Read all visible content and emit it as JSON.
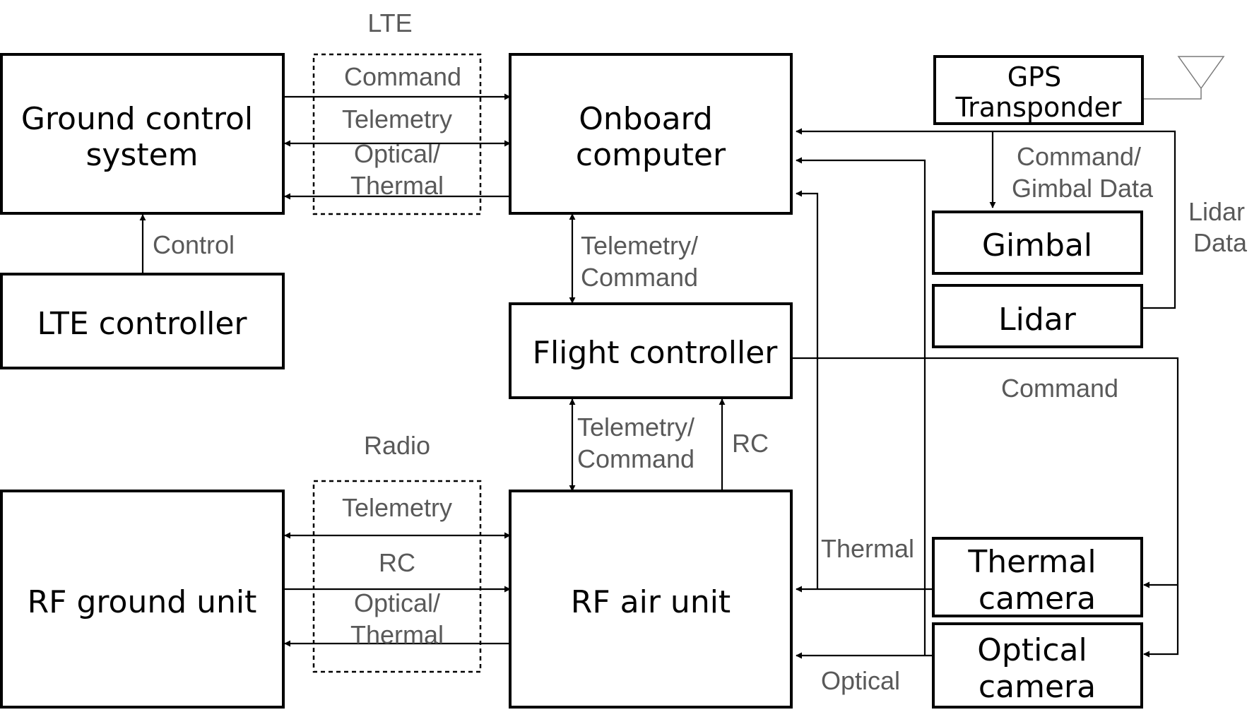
{
  "blocks": {
    "ground_control": [
      "Ground control",
      "system"
    ],
    "lte_controller": "LTE controller",
    "rf_ground": "RF ground unit",
    "onboard": [
      "Onboard",
      "computer"
    ],
    "flight_controller": "Flight controller",
    "rf_air": "RF air unit",
    "gps": [
      "GPS",
      "Transponder"
    ],
    "gimbal": "Gimbal",
    "lidar": "Lidar",
    "thermal_camera": [
      "Thermal",
      "camera"
    ],
    "optical_camera": [
      "Optical",
      "camera"
    ]
  },
  "links": {
    "lte_title": "LTE",
    "lte_command": "Command",
    "lte_telemetry": "Telemetry",
    "lte_optical": "Optical/",
    "lte_thermal": "Thermal",
    "control": "Control",
    "oc_fc": [
      "Telemetry/",
      "Command"
    ],
    "radio_title": "Radio",
    "radio_telemetry": "Telemetry",
    "radio_rc": "RC",
    "radio_optical": "Optical/",
    "radio_thermal": "Thermal",
    "fc_rf": [
      "Telemetry/",
      "Command"
    ],
    "rc": "RC",
    "gimbal_data": [
      "Command/",
      "Gimbal Data"
    ],
    "lidar_data": [
      "Lidar",
      "Data"
    ],
    "command": "Command",
    "thermal": "Thermal",
    "optical": "Optical"
  }
}
